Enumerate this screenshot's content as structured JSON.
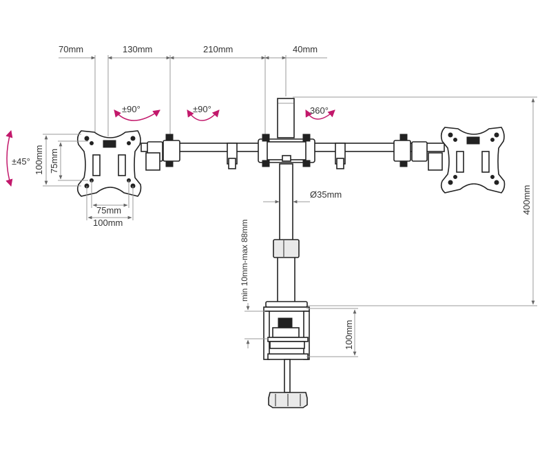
{
  "dimensions": {
    "top_70": "70mm",
    "top_130": "130mm",
    "top_210": "210mm",
    "top_40": "40mm",
    "plate_height_100": "100mm",
    "plate_height_75": "75mm",
    "plate_width_75": "75mm",
    "plate_width_100": "100mm",
    "pole_diameter": "Ø35mm",
    "height_400": "400mm",
    "desk_thickness": "min 10mm-max 88mm",
    "clamp_depth": "100mm"
  },
  "rotations": {
    "tilt": "±45°",
    "swivel_left": "±90°",
    "swivel_middle": "±90°",
    "rotate_center": "360°"
  },
  "colors": {
    "arrow_accent": "#c2186b",
    "line": "#222222",
    "dimension_line": "#9a9a9a"
  }
}
